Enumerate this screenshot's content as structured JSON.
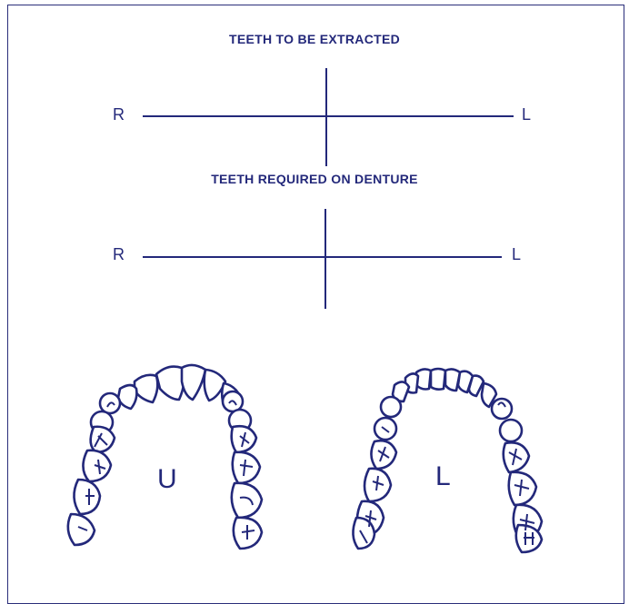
{
  "extracted": {
    "title": "TEETH TO BE EXTRACTED",
    "right_label": "R",
    "left_label": "L"
  },
  "denture": {
    "title": "TEETH REQUIRED ON DENTURE",
    "right_label": "R",
    "left_label": "L"
  },
  "arches": {
    "upper_label": "U",
    "lower_label": "L"
  },
  "colors": {
    "ink": "#23287a"
  }
}
